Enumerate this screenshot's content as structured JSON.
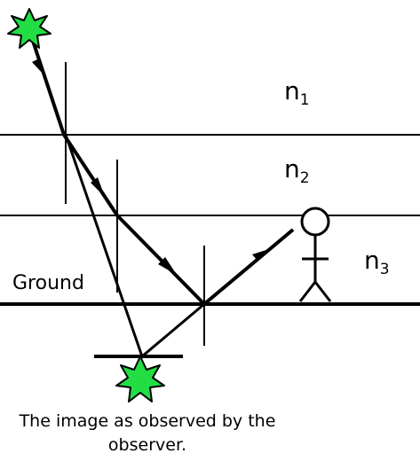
{
  "diagram": {
    "media_labels": {
      "n1": {
        "base": "n",
        "sub": "1"
      },
      "n2": {
        "base": "n",
        "sub": "2"
      },
      "n3": {
        "base": "n",
        "sub": "3"
      }
    },
    "ground_label": "Ground",
    "caption_line1": "The image as observed by the",
    "caption_line2": "observer.",
    "colors": {
      "ink": "#000000",
      "source_fill": "#22dd44",
      "background": "#ffffff"
    },
    "icons": {
      "source": "green-star-burst-icon",
      "image": "green-star-burst-icon",
      "observer": "stick-figure-icon"
    }
  }
}
